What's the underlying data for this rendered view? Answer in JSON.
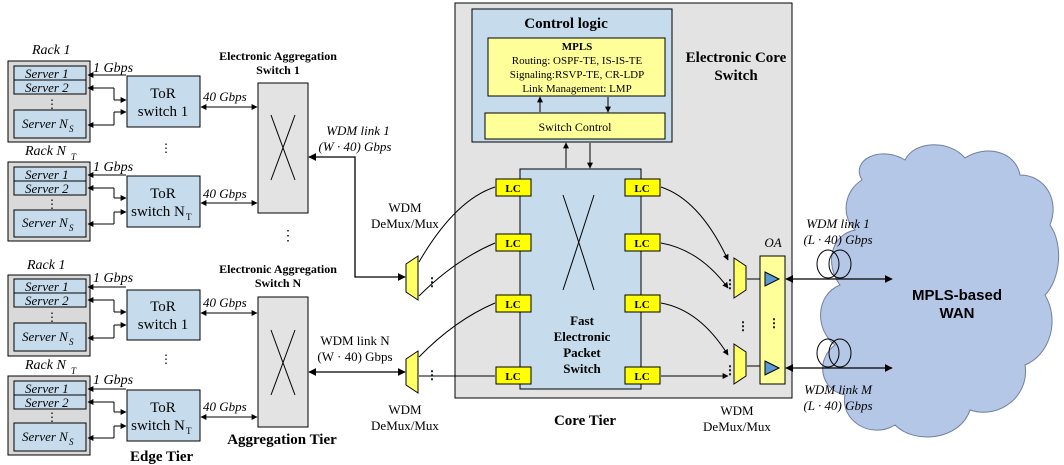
{
  "edge": {
    "groups": [
      {
        "rack": "Rack 1",
        "rack_sub": "",
        "link": "1 Gbps",
        "servers": [
          "Server 1",
          "Server 2",
          "Server N"
        ],
        "server_sub": "S",
        "tor_line1": "ToR",
        "tor_line2": "switch 1",
        "tor_sub": "",
        "uplink": "40 Gbps"
      },
      {
        "rack": "Rack N",
        "rack_sub": "T",
        "link": "1 Gbps",
        "servers": [
          "Server 1",
          "Server 2",
          "Server N"
        ],
        "server_sub": "S",
        "tor_line1": "ToR",
        "tor_line2": "switch N",
        "tor_sub": "T",
        "uplink": "40 Gbps"
      },
      {
        "rack": "Rack 1",
        "rack_sub": "",
        "link": "1 Gbps",
        "servers": [
          "Server 1",
          "Server 2",
          "Server N"
        ],
        "server_sub": "S",
        "tor_line1": "ToR",
        "tor_line2": "switch 1",
        "tor_sub": "",
        "uplink": "40 Gbps"
      },
      {
        "rack": "Rack N",
        "rack_sub": "T",
        "link": "1 Gbps",
        "servers": [
          "Server 1",
          "Server 2",
          "Server N"
        ],
        "server_sub": "S",
        "tor_line1": "ToR",
        "tor_line2": "switch N",
        "tor_sub": "T",
        "uplink": "40 Gbps"
      }
    ],
    "tier_label": "Edge Tier"
  },
  "aggregation": {
    "switch1_line1": "Electronic Aggregation",
    "switch1_line2": "Switch 1",
    "switchN_line1": "Electronic Aggregation",
    "switchN_line2": "Switch N",
    "wdm1_line1": "WDM link 1",
    "wdm1_line2": "(W · 40) Gbps",
    "wdmN_line1": "WDM link N",
    "wdmN_line2": "(W · 40) Gbps",
    "tier_label": "Aggregation Tier"
  },
  "core": {
    "title_line1": "Electronic Core",
    "title_line2": "Switch",
    "control_logic": "Control logic",
    "mpls": {
      "title": "MPLS",
      "routing": "Routing: OSPF-TE, IS-IS-TE",
      "signaling": "Signaling:RSVP-TE, CR-LDP",
      "link_mgmt": "Link Management: LMP"
    },
    "switch_control": "Switch Control",
    "lc_label": "LC",
    "fabric_line1": "Fast",
    "fabric_line2": "Electronic",
    "fabric_line3": "Packet",
    "fabric_line4": "Switch",
    "demux_left_line1": "WDM",
    "demux_left_line2": "DeMux/Mux",
    "demux_bottom_left_line1": "WDM",
    "demux_bottom_left_line2": "DeMux/Mux",
    "demux_right_line1": "WDM",
    "demux_right_line2": "DeMux/Mux",
    "oa": "OA",
    "tier_label": "Core Tier"
  },
  "wan": {
    "link1_line1": "WDM link 1",
    "link1_line2": "(L · 40) Gbps",
    "linkM_line1": "WDM link M",
    "linkM_line2": "(L · 40) Gbps",
    "cloud_line1": "MPLS-based",
    "cloud_line2": "WAN"
  }
}
